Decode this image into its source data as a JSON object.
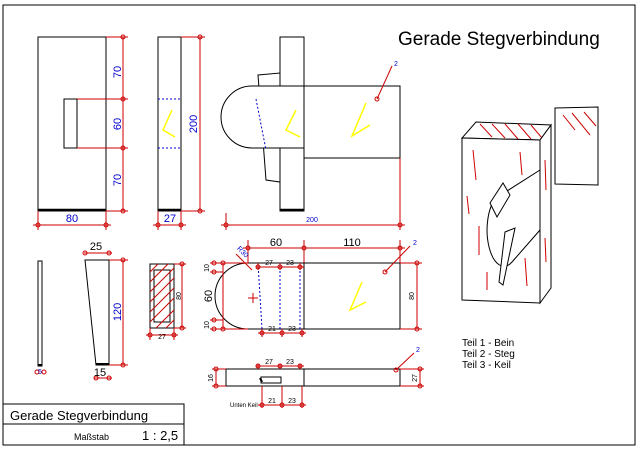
{
  "title": "Gerade Stegverbindung",
  "title_block": {
    "name": "Gerade Stegverbindung",
    "scale_label": "Maßstab",
    "scale_value": "1 : 2,5"
  },
  "legend": {
    "part1": "Teil 1 - Bein",
    "part2": "Teil 2 - Steg",
    "part3": "Teil 3 - Keil"
  },
  "dims": {
    "d70a": "70",
    "d60a": "60",
    "d70b": "70",
    "d80a": "80",
    "d200v": "200",
    "d27a": "27",
    "d200h": "200",
    "d25": "25",
    "d120": "120",
    "d15": "15",
    "d5": "5",
    "d60b": "60",
    "d110": "110",
    "r30": "R30",
    "d27b": "27",
    "d23a": "23",
    "d10a": "10",
    "d10b": "10",
    "d60c": "60",
    "d80b": "80",
    "d21a": "21",
    "d23b": "23",
    "d27c": "27",
    "d80c": "80",
    "d27d": "27",
    "d23c": "23",
    "d16": "16",
    "d27e": "27",
    "d21b": "21",
    "d23d": "23",
    "label_unten_keil": "Unten Keil"
  },
  "markers": {
    "m2a": "2",
    "m2b": "2",
    "m2c": "2"
  },
  "colors": {
    "line": "#000000",
    "dimension": "#cc0000",
    "dimension_text": "#0000cc",
    "hidden": "#0000cc",
    "wedge": "#ffff00",
    "hatch": "#cc0000"
  }
}
